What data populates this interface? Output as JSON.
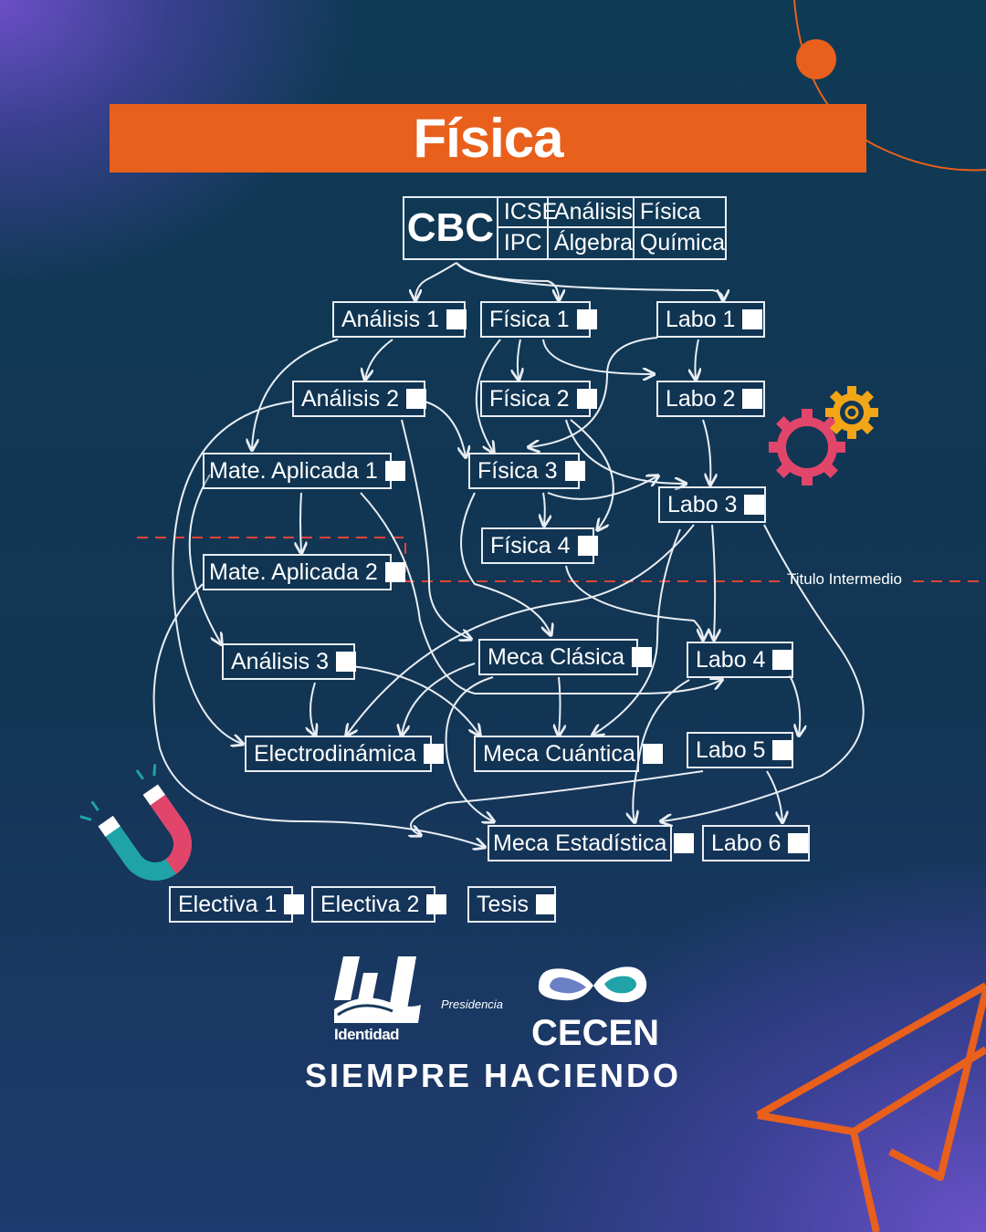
{
  "title": "Física",
  "cbc": {
    "label": "CBC",
    "row1": [
      "ICSE",
      "Análisis",
      "Física"
    ],
    "row2": [
      "IPC",
      "Álgebra",
      "Química"
    ]
  },
  "nodes": {
    "analisis1": "Análisis 1",
    "fisica1": "Física 1",
    "labo1": "Labo 1",
    "analisis2": "Análisis 2",
    "fisica2": "Física 2",
    "labo2": "Labo 2",
    "mate1": "Mate. Aplicada 1",
    "fisica3": "Física 3",
    "labo3": "Labo 3",
    "mate2": "Mate. Aplicada 2",
    "fisica4": "Física 4",
    "analisis3": "Análisis 3",
    "mecaclasica": "Meca Clásica",
    "labo4": "Labo 4",
    "electro": "Electrodinámica",
    "mecacuantica": "Meca Cuántica",
    "labo5": "Labo 5",
    "mecaestadistica": "Meca Estadística",
    "labo6": "Labo 6",
    "electiva1": "Electiva 1",
    "electiva2": "Electiva 2",
    "tesis": "Tesis"
  },
  "titulo_intermedio": "Titulo Intermedio",
  "footer": {
    "identidad": "Identidad",
    "presidencia": "Presidencia",
    "cecen": "CECEN",
    "slogan": "SIEMPRE HACIENDO"
  },
  "colors": {
    "accent": "#e8601c",
    "line": "#e9eef4",
    "dashed": "#e0453a",
    "gear_pink": "#e2456a",
    "gear_yellow": "#f2a516",
    "magnet_teal": "#1fa3a8",
    "magnet_red": "#e2456a"
  }
}
